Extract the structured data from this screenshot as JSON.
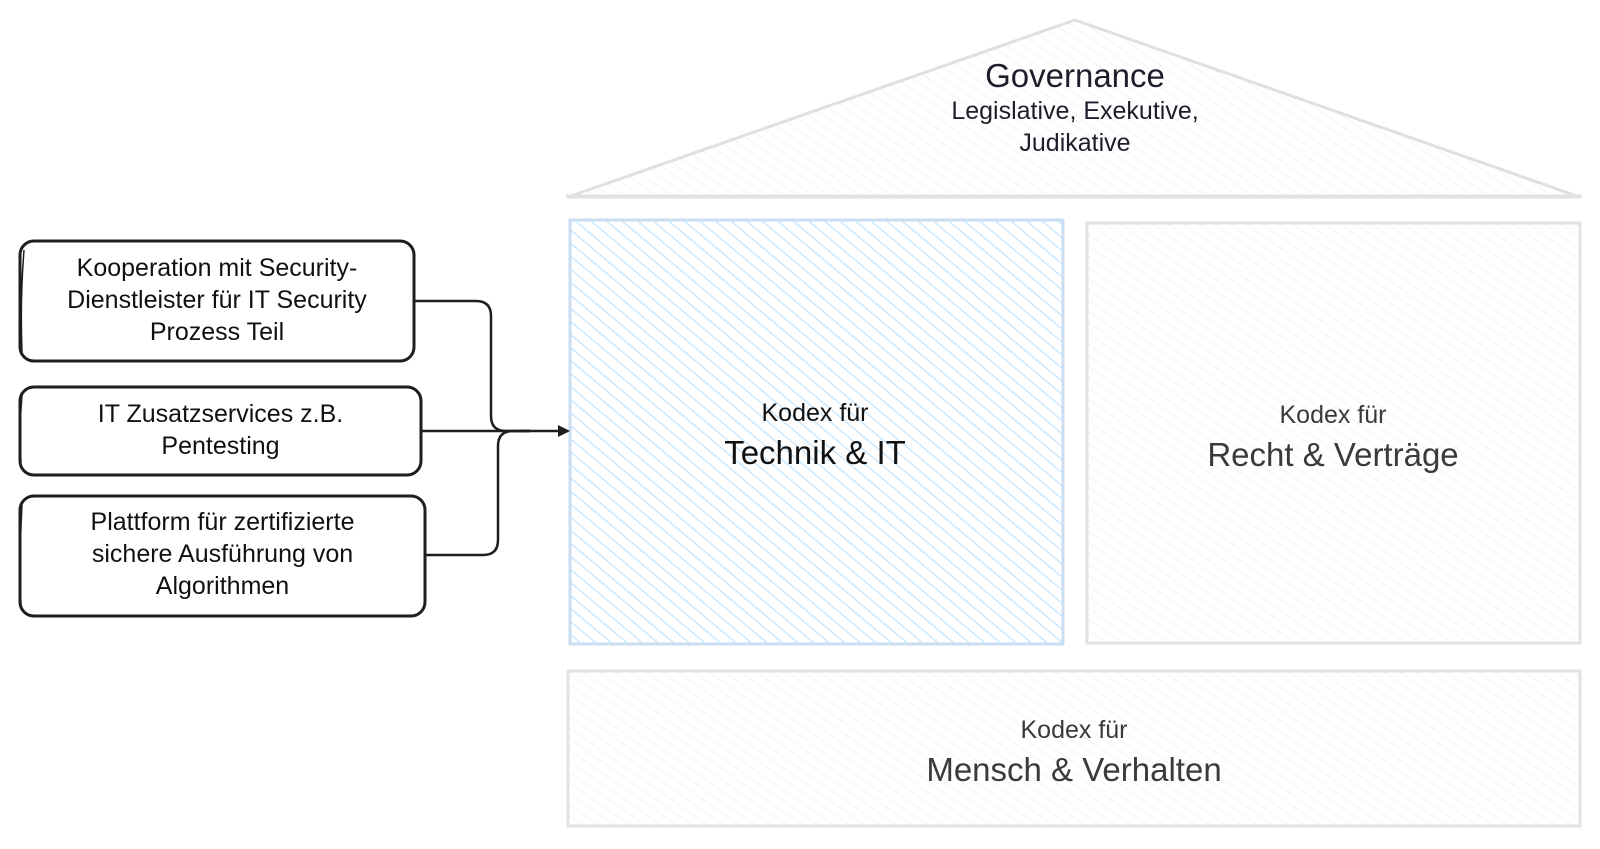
{
  "roof": {
    "title": "Governance",
    "subtitle_line1": "Legislative, Exekutive,",
    "subtitle_line2": "Judikative"
  },
  "pillars": [
    {
      "label_small": "Kodex für",
      "label_big": "Technik & IT",
      "fill": "#a5d8ff",
      "highlighted": true
    },
    {
      "label_small": "Kodex für",
      "label_big": "Recht & Verträge",
      "fill": "#e9ecef",
      "highlighted": false
    }
  ],
  "foundation": {
    "label_small": "Kodex für",
    "label_big": "Mensch & Verhalten",
    "fill": "#e9ecef"
  },
  "inputs": [
    {
      "lines": [
        "Kooperation mit Security-",
        "Dienstleister für IT Security",
        "Prozess Teil"
      ]
    },
    {
      "lines": [
        "IT Zusatzservices z.B.",
        "Pentesting"
      ]
    },
    {
      "lines": [
        "Plattform für zertifizierte",
        "sichere Ausführung von",
        "Algorithmen"
      ]
    }
  ],
  "colors": {
    "stroke_dark": "#1e1e1e",
    "stroke_light": "#dcdcdc",
    "blue_hatch": "#a5d8ff",
    "blue_border": "#c9def2"
  }
}
